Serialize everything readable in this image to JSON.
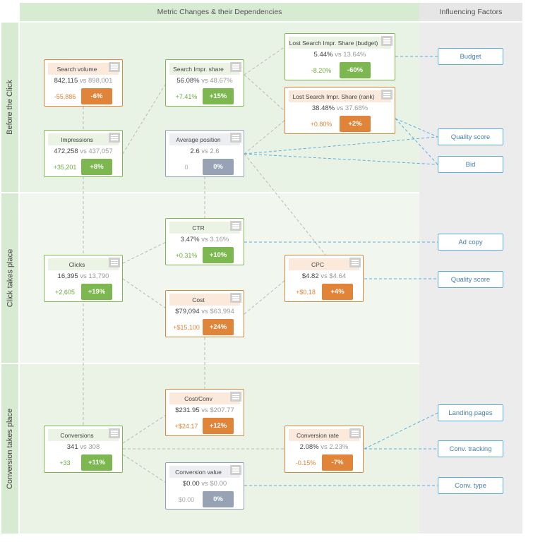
{
  "header": {
    "main_title": "Metric Changes & their Dependencies",
    "side_title": "Influencing Factors"
  },
  "sections": {
    "before": "Before the Click",
    "click": "Click takes place",
    "conversion": "Conversion takes place"
  },
  "nodes": {
    "search_volume": {
      "title": "Search volume",
      "current": "842,115",
      "vs": "vs 898,001",
      "delta": "-55,886",
      "pct": "-6%"
    },
    "impressions": {
      "title": "Impressions",
      "current": "472,258",
      "vs": "vs 437,057",
      "delta": "+35,201",
      "pct": "+8%"
    },
    "search_impr_share": {
      "title": "Search Impr. share",
      "current": "56.08%",
      "vs": "vs 48.67%",
      "delta": "+7.41%",
      "pct": "+15%"
    },
    "average_position": {
      "title": "Average position",
      "current": "2.6",
      "vs": "vs 2.6",
      "delta": "0",
      "pct": "0%"
    },
    "lost_budget": {
      "title": "Lost Search Impr. Share (budget)",
      "current": "5.44%",
      "vs": "vs 13.64%",
      "delta": "-8.20%",
      "pct": "-60%"
    },
    "lost_rank": {
      "title": "Lost Search Impr. Share (rank)",
      "current": "38.48%",
      "vs": "vs 37.68%",
      "delta": "+0.80%",
      "pct": "+2%"
    },
    "ctr": {
      "title": "CTR",
      "current": "3.47%",
      "vs": "vs 3.16%",
      "delta": "+0.31%",
      "pct": "+10%"
    },
    "clicks": {
      "title": "Clicks",
      "current": "16,395",
      "vs": "vs 13,790",
      "delta": "+2,605",
      "pct": "+19%"
    },
    "cost": {
      "title": "Cost",
      "current": "$79,094",
      "vs": "vs $63,994",
      "delta": "+$15,100",
      "pct": "+24%"
    },
    "cpc": {
      "title": "CPC",
      "current": "$4.82",
      "vs": "vs $4.64",
      "delta": "+$0.18",
      "pct": "+4%"
    },
    "cost_conv": {
      "title": "Cost/Conv",
      "current": "$231.95",
      "vs": "vs $207.77",
      "delta": "+$24.17",
      "pct": "+12%"
    },
    "conversions": {
      "title": "Conversions",
      "current": "341",
      "vs": "vs 308",
      "delta": "+33",
      "pct": "+11%"
    },
    "conversion_rate": {
      "title": "Conversion rate",
      "current": "2.08%",
      "vs": "vs 2.23%",
      "delta": "-0.15%",
      "pct": "-7%"
    },
    "conversion_value": {
      "title": "Conversion value",
      "current": "$0.00",
      "vs": "vs $0.00",
      "delta": "$0.00",
      "pct": "0%"
    }
  },
  "factors": {
    "budget": "Budget",
    "quality_score_1": "Quality score",
    "bid": "Bid",
    "ad_copy": "Ad copy",
    "quality_score_2": "Quality score",
    "landing_pages": "Landing pages",
    "conv_tracking": "Conv. tracking",
    "conv_type": "Conv. type"
  },
  "colors": {
    "green": "#7cb84f",
    "orange": "#e0843a",
    "grey": "#97a3b4",
    "factor_blue": "#5aaee0",
    "band_green": "#d7ead2"
  }
}
